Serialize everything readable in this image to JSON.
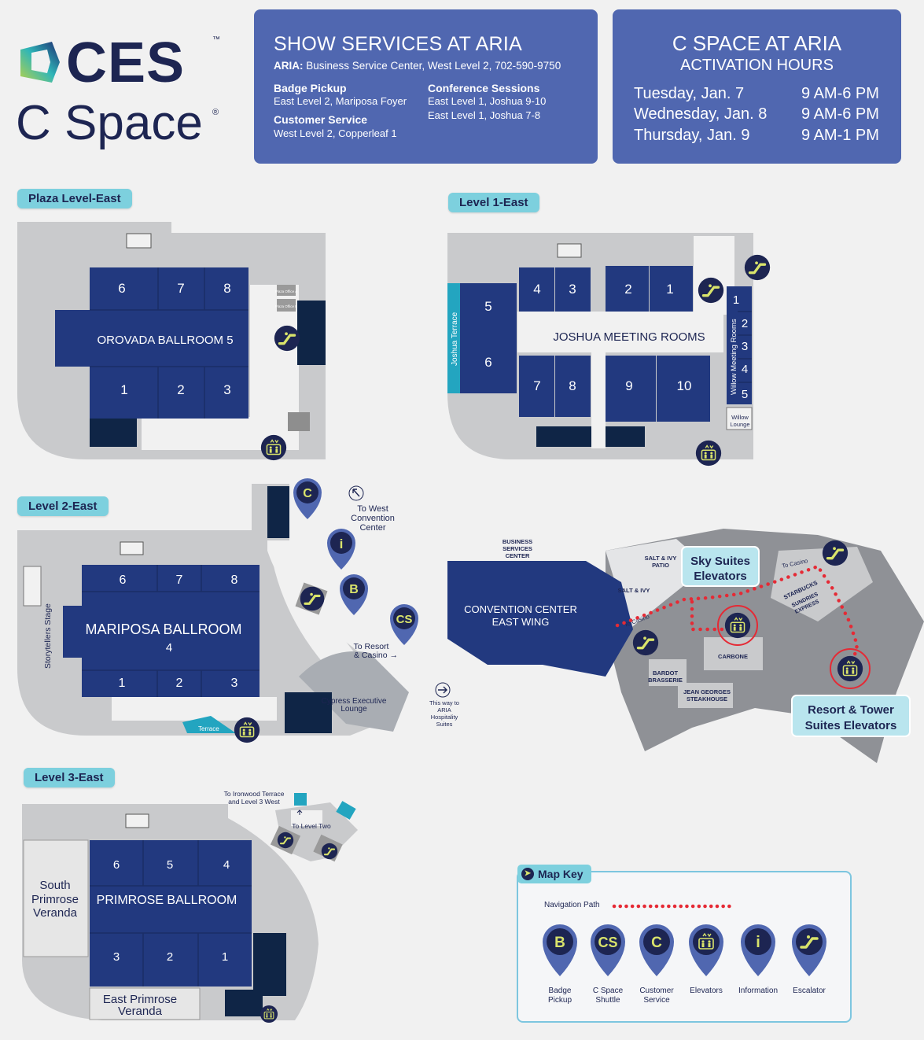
{
  "logo": {
    "wordmark": "CES",
    "tm": "™",
    "subtitle": "C Space",
    "reg": "®"
  },
  "services": {
    "title": "SHOW SERVICES AT ARIA",
    "aria_label": "ARIA:",
    "aria_text": "Business Service Center, West Level 2, 702-590-9750",
    "badge_title": "Badge Pickup",
    "badge_loc": "East Level 2, Mariposa Foyer",
    "customer_title": "Customer Service",
    "customer_loc": "West Level 2, Copperleaf 1",
    "conf_title": "Conference Sessions",
    "conf_loc1": "East Level 1, Joshua 9-10",
    "conf_loc2": "East Level 1, Joshua 7-8"
  },
  "hours": {
    "title1": "C SPACE AT ARIA",
    "title2": "ACTIVATION HOURS",
    "rows": [
      {
        "day": "Tuesday, Jan. 7",
        "time": "9 AM-6 PM"
      },
      {
        "day": "Wednesday, Jan. 8",
        "time": "9 AM-6 PM"
      },
      {
        "day": "Thursday, Jan. 9",
        "time": "9 AM-1 PM"
      }
    ]
  },
  "plaza": {
    "label": "Plaza Level-East",
    "ballroom": "OROVADA BALLROOM 5",
    "rooms": [
      "6",
      "7",
      "8",
      "1",
      "2",
      "3"
    ],
    "office_a": "Plaza Office A",
    "office_b": "Plaza Office B"
  },
  "level1": {
    "label": "Level 1-East",
    "hall": "JOSHUA MEETING ROOMS",
    "rooms": [
      "5",
      "6",
      "4",
      "3",
      "2",
      "1",
      "7",
      "8",
      "9",
      "10"
    ],
    "terrace": "Joshua Terrace",
    "willow": "Willow Meeting Rooms",
    "willow_rooms": [
      "1",
      "2",
      "3",
      "4",
      "5"
    ],
    "willow_lounge_1": "Willow",
    "willow_lounge_2": "Lounge"
  },
  "level2": {
    "label": "Level 2-East",
    "ballroom_1": "MARIPOSA BALLROOM",
    "ballroom_2": "4",
    "rooms": [
      "6",
      "7",
      "8",
      "1",
      "2",
      "3"
    ],
    "stage": "Storytellers Stage",
    "terrace": "Terrace",
    "west_1": "To West",
    "west_2": "Convention",
    "west_3": "Center",
    "resort_1": "To Resort",
    "resort_2": "& Casino →",
    "cypress_1": "Cypress Executive",
    "cypress_2": "Lounge",
    "hosp_1": "This way to",
    "hosp_2": "ARIA",
    "hosp_3": "Hospitality",
    "hosp_4": "Suites"
  },
  "level3": {
    "label": "Level 3-East",
    "ballroom": "PRIMROSE BALLROOM",
    "rooms": [
      "6",
      "5",
      "4",
      "3",
      "2",
      "1"
    ],
    "south_1": "South",
    "south_2": "Primrose",
    "south_3": "Veranda",
    "east_1": "East Primrose",
    "east_2": "Veranda",
    "ironwood_1": "To Ironwood Terrace",
    "ironwood_2": "and Level 3 West",
    "to_level_two": "To Level Two"
  },
  "casino": {
    "bsc_1": "BUSINESS",
    "bsc_2": "SERVICES",
    "bsc_3": "CENTER",
    "conv_1": "CONVENTION CENTER",
    "conv_2": "EAST WING",
    "salt_patio_1": "SALT & IVY",
    "salt_patio_2": "PATIO",
    "salt_ivy": "SALT & IVY",
    "sky_1": "Sky Suites",
    "sky_2": "Elevators",
    "to_casino": "To Casino",
    "to_casino_2": "To Casino",
    "starbucks": "STARBUCKS",
    "sundries_1": "SUNDRIES",
    "sundries_2": "EXPRESS",
    "carbone": "CARBONE",
    "bardot_1": "BARDOT",
    "bardot_2": "BRASSERIE",
    "jg_1": "JEAN GEORGES",
    "jg_2": "STEAKHOUSE",
    "resort_1": "Resort & Tower",
    "resort_2": "Suites Elevators"
  },
  "legend": {
    "title": "Map Key",
    "nav_path": "Navigation Path",
    "items": [
      {
        "glyph": "B",
        "label1": "Badge",
        "label2": "Pickup"
      },
      {
        "glyph": "CS",
        "label1": "C Space",
        "label2": "Shuttle"
      },
      {
        "glyph": "C",
        "label1": "Customer",
        "label2": "Service"
      },
      {
        "glyph": "",
        "label1": "Elevators",
        "label2": ""
      },
      {
        "glyph": "i",
        "label1": "Information",
        "label2": ""
      },
      {
        "glyph": "",
        "label1": "Escalator",
        "label2": ""
      }
    ]
  },
  "pins": {
    "c": "C",
    "i": "i",
    "b": "B",
    "cs": "CS"
  },
  "colors": {
    "navy_room": "#22397f",
    "dark_navy": "#0f2546",
    "panel_blue": "#5067b0",
    "badge_teal": "#7dd0de",
    "terrace_teal": "#23a5c0",
    "floor_grey": "#c9cacc",
    "pin_blue": "#5067b0",
    "nav_red": "#e52a35"
  }
}
